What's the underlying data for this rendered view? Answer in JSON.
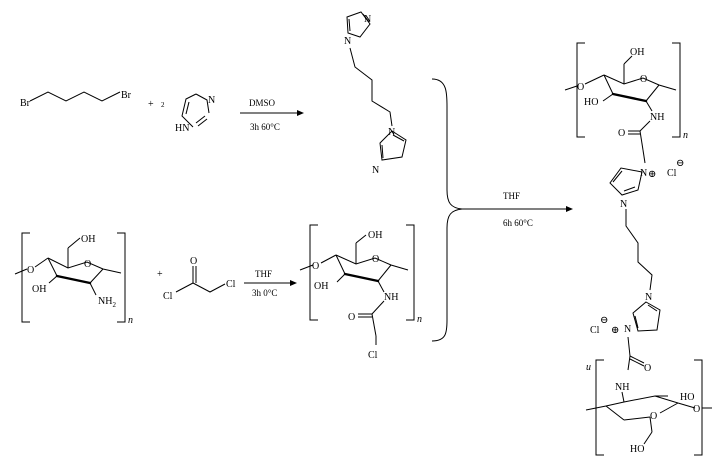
{
  "reagents": {
    "dibromobutane": {
      "br_left": "Br",
      "br_right": "Br"
    },
    "plus_one": "+",
    "coefficient": "2",
    "imidazole": {
      "n": "N",
      "nh": "HN"
    },
    "chitosan": {
      "oh_top": "OH",
      "oh_left": "OH",
      "nh2_n": "NH",
      "nh2_sub": "2",
      "repeat": "n"
    },
    "plus_two": "+",
    "chloroacetyl_chloride": {
      "o": "O",
      "cl_left": "Cl",
      "cl_right": "Cl"
    }
  },
  "reactions": [
    {
      "id": "r1",
      "reagent": "DMSO",
      "condition": "3h 60°C"
    },
    {
      "id": "r2",
      "reagent": "THF",
      "condition": "3h 0°C"
    },
    {
      "id": "r3",
      "reagent": "THF",
      "condition": "6h 60°C"
    }
  ],
  "intermediates": {
    "bis_imidazole": {
      "n_top": "N",
      "n_top_linked": "N",
      "n_bottom_linked": "N",
      "n_bottom": "N"
    },
    "chloroacetyl_chitosan": {
      "oh_top": "OH",
      "oh_left": "OH",
      "nh": "NH",
      "o": "O",
      "cl": "Cl",
      "repeat": "n"
    }
  },
  "product": {
    "top_unit": {
      "oh_top": "OH",
      "oh_left": "HO",
      "nh": "NH",
      "o": "O",
      "repeat": "n"
    },
    "imidazolium_top": {
      "n_plus": "N",
      "n": "N",
      "charge": "⊕",
      "counter_ion": "Cl",
      "counter_charge": "⊖"
    },
    "imidazolium_bottom": {
      "n": "N",
      "n_plus": "N",
      "charge": "⊕",
      "counter_ion": "Cl",
      "counter_charge": "⊖"
    },
    "bottom_unit": {
      "repeat": "u",
      "nh": "NH",
      "o": "O",
      "ho": "HO",
      "ho_bottom": "HO"
    }
  }
}
